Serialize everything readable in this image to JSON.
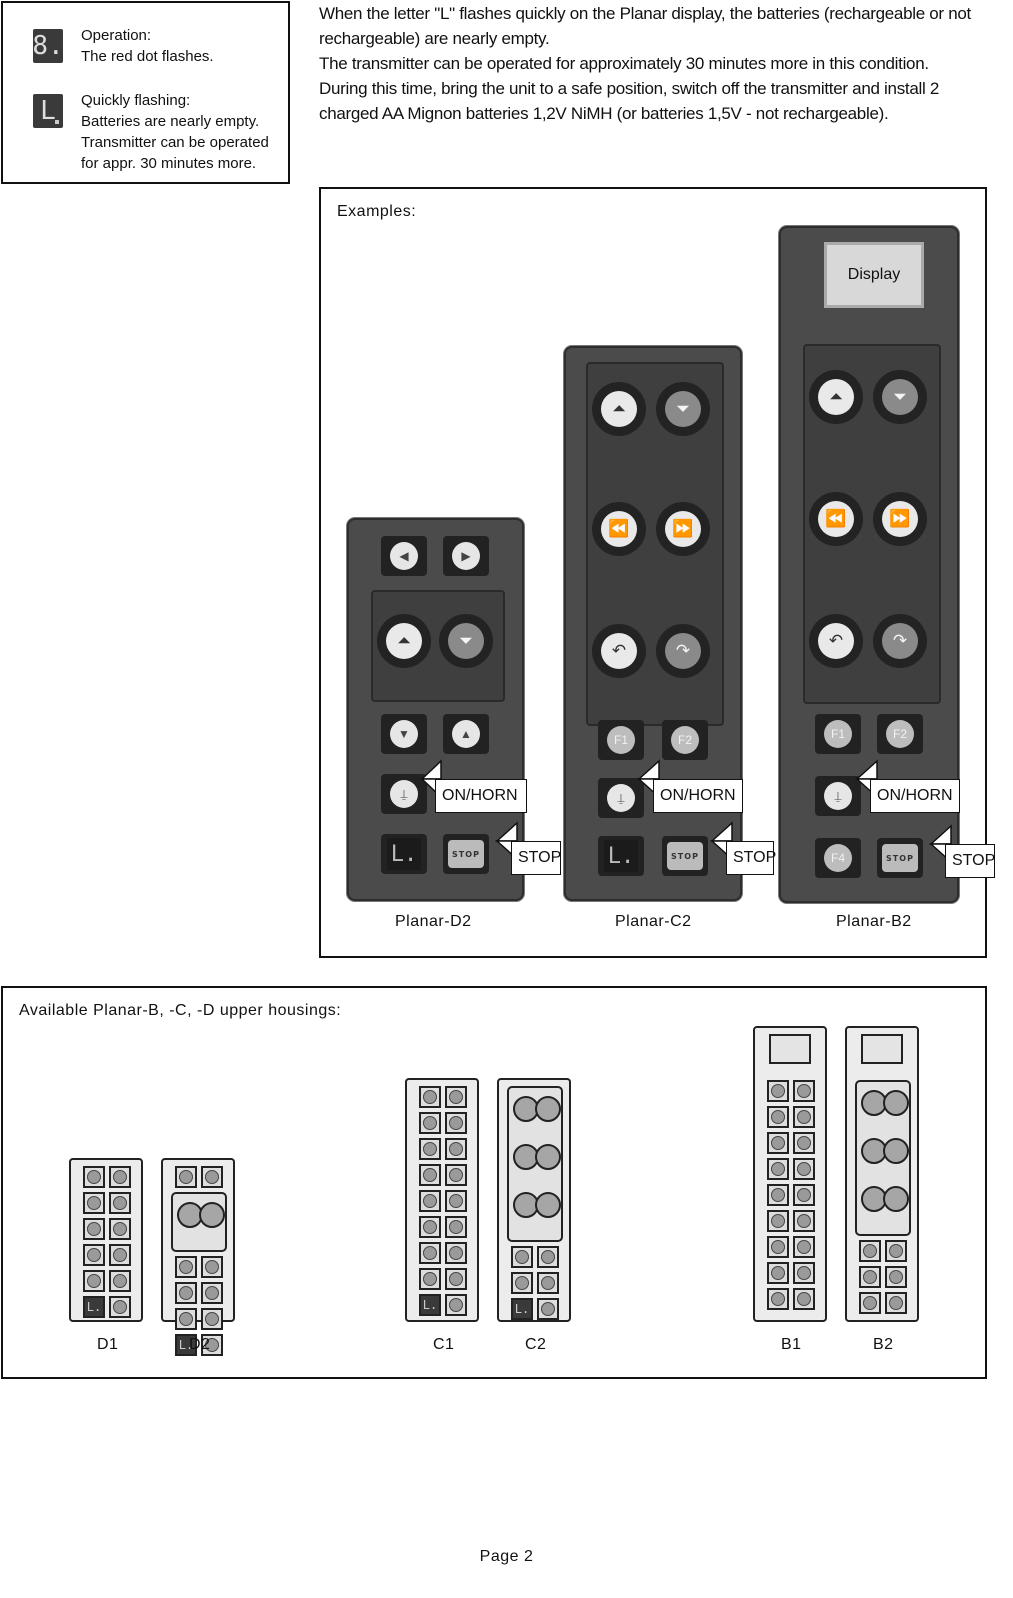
{
  "legend": {
    "seg_operation": "8.",
    "operation_title": "Operation:",
    "operation_desc": "The red dot flashes.",
    "seg_low": "L",
    "low_title": "Quickly flashing:",
    "low_line1": "Batteries are nearly empty.",
    "low_line2": "Transmitter can be operated",
    "low_line3": "for appr. 30 minutes more."
  },
  "intro": {
    "p1": "When the letter \"L\" flashes quickly on the Planar display, the batteries (rechargeable or not rechargeable) are nearly empty.",
    "p2": "The transmitter can be operated for approximately 30 minutes more in this condition.",
    "p3": "During this time, bring the unit to a safe position, switch off the transmitter and install 2 charged AA Mignon batteries 1,2V NiMH (or batteries 1,5V - not rechargeable)."
  },
  "examples": {
    "title": "Examples:",
    "display_label": "Display",
    "on_horn": "ON/HORN",
    "stop": "STOP",
    "stop_key": "STOP",
    "lcd": "L.",
    "f1": "F1",
    "f2": "F2",
    "f4": "F4",
    "models": [
      "Planar-D2",
      "Planar-C2",
      "Planar-B2"
    ]
  },
  "housings": {
    "title": "Available Planar-B, -C, -D upper housings:",
    "lcd": "L.",
    "labels": [
      "D1",
      "D2",
      "C1",
      "C2",
      "B1",
      "B2"
    ]
  },
  "footer": {
    "page": "Page 2"
  }
}
